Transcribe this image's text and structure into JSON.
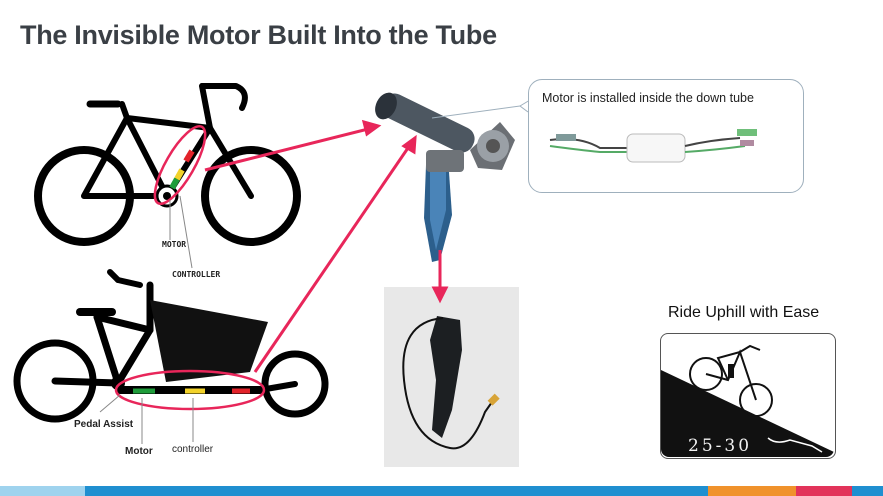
{
  "title": "The Invisible Motor Built Into the Tube",
  "road_bike": {
    "motor_label": "MOTOR",
    "controller_label": "CONTROLLER"
  },
  "cargo_bike": {
    "pedal_assist_label": "Pedal Assist",
    "motor_label": "Motor",
    "controller_label": "controller"
  },
  "callout": {
    "text": "Motor is installed inside the down tube"
  },
  "ride": {
    "title": "Ride Uphill with Ease",
    "grade": "25-30"
  },
  "colors": {
    "arrow": "#e8265a",
    "footer": [
      "#9fd3ee",
      "#1f8fd0",
      "#f0922b",
      "#e2335a",
      "#1f8fd0"
    ]
  }
}
